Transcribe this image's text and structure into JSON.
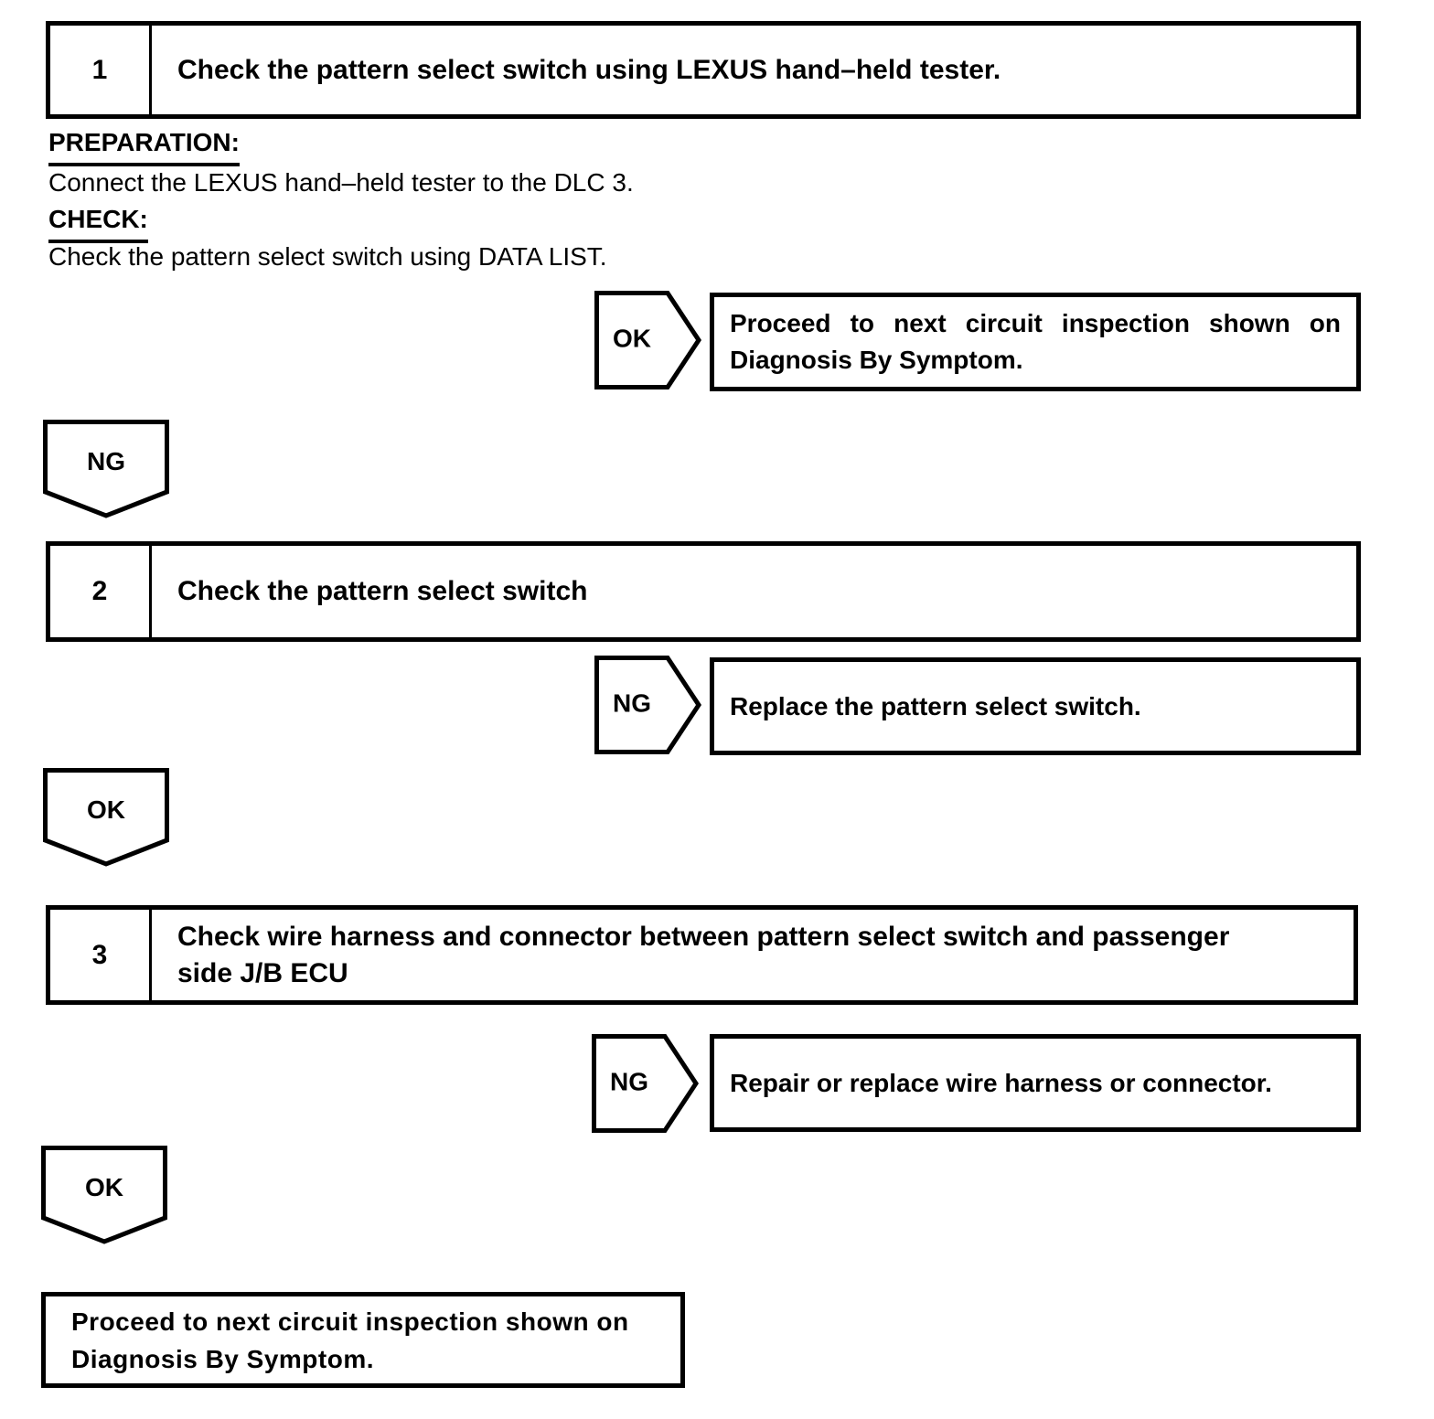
{
  "flowchart": {
    "paper_color": "#ffffff",
    "ink_color": "#000000",
    "steps": [
      {
        "number": "1",
        "title_lines": [
          "Check the pattern select switch using LEXUS hand–held tester."
        ]
      },
      {
        "number": "2",
        "title_lines": [
          "Check the pattern select switch"
        ]
      },
      {
        "number": "3",
        "title_lines": [
          "Check wire harness and connector between pattern select switch and passenger",
          "side J/B ECU"
        ]
      }
    ],
    "preparation": {
      "heading": "PREPARATION:",
      "text": "Connect the LEXUS hand–held tester to the DLC 3."
    },
    "check": {
      "heading": "CHECK:",
      "text": "Check the pattern select switch using DATA LIST."
    },
    "branches": [
      {
        "label": "OK",
        "result_lines": [
          "Proceed to next circuit inspection shown on",
          "Diagnosis By Symptom."
        ]
      },
      {
        "label": "NG",
        "result_lines": [
          "Replace the pattern select switch."
        ]
      },
      {
        "label": "NG",
        "result_lines": [
          "Repair or replace wire harness or connector."
        ]
      }
    ],
    "down_arrows": [
      {
        "label": "NG"
      },
      {
        "label": "OK"
      },
      {
        "label": "OK"
      }
    ],
    "final_box_lines": [
      "Proceed to next circuit inspection shown on",
      "Diagnosis By Symptom."
    ]
  }
}
